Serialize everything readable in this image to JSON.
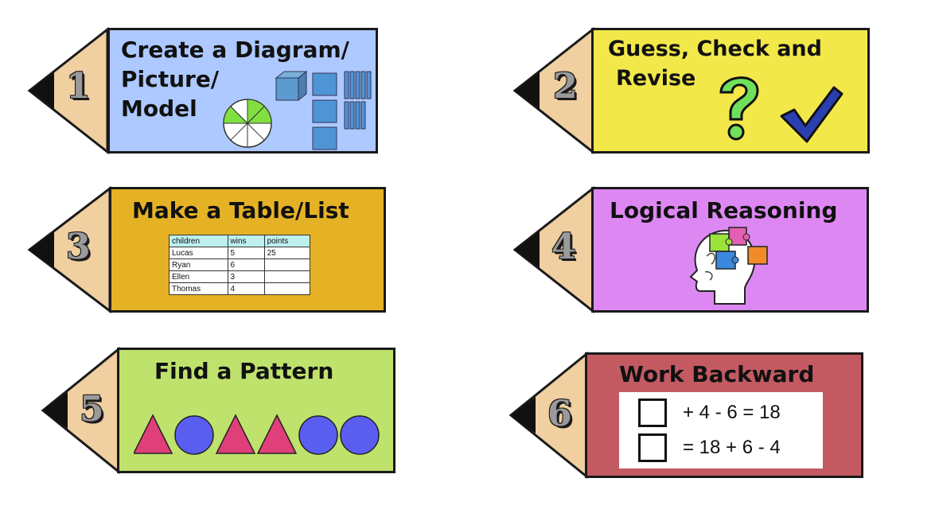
{
  "cards": [
    {
      "number": "1",
      "title_lines": [
        "Create a Diagram/",
        "Picture/",
        "Model"
      ],
      "color": "#adc9ff"
    },
    {
      "number": "2",
      "title_lines": [
        "Guess, Check and",
        "Revise"
      ],
      "color": "#f2e84a"
    },
    {
      "number": "3",
      "title_lines": [
        "Make a Table/List"
      ],
      "color": "#e6b225"
    },
    {
      "number": "4",
      "title_lines": [
        "Logical Reasoning"
      ],
      "color": "#dd88f2"
    },
    {
      "number": "5",
      "title_lines": [
        "Find a Pattern"
      ],
      "color": "#bfe26d"
    },
    {
      "number": "6",
      "title_lines": [
        "Work Backward"
      ],
      "color": "#c35a62"
    }
  ],
  "table": {
    "headers": [
      "children",
      "wins",
      "points"
    ],
    "rows": [
      [
        "Lucas",
        "5",
        "25"
      ],
      [
        "Ryan",
        "6",
        ""
      ],
      [
        "Ellen",
        "3",
        ""
      ],
      [
        "Thomas",
        "4",
        ""
      ]
    ]
  },
  "equations": [
    "+ 4 - 6 = 18",
    "= 18 + 6 - 4"
  ],
  "pattern": [
    "triangle",
    "circle",
    "triangle",
    "triangle",
    "circle",
    "circle"
  ],
  "colors": {
    "wood": "#f0cfa0",
    "lead": "#111111",
    "triangle": "#e0407a",
    "circle": "#5a5ef0",
    "check": "#2a3fb0",
    "question": "#6fe05a",
    "fraction_green": "#80e040"
  }
}
